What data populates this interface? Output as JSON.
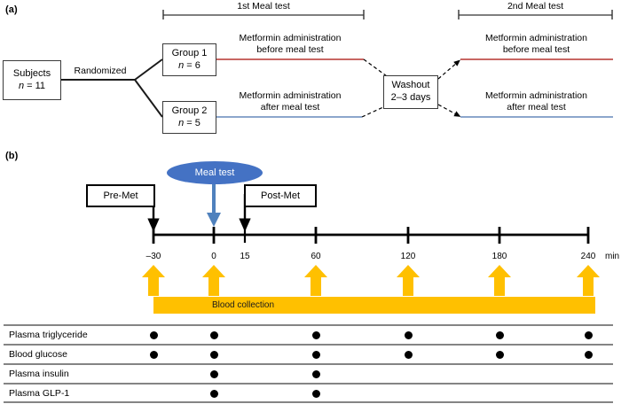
{
  "figure": {
    "panels": [
      {
        "id": "a",
        "label": "(a)"
      },
      {
        "id": "b",
        "label": "(b)"
      }
    ]
  },
  "colors": {
    "red_line": "#C0504D",
    "blue_line": "#7C9AC4",
    "meal_blue": "#4472C4",
    "arrow_blue": "#4F81BD",
    "yellow": "#FFC000",
    "black": "#000000",
    "box_border": "#3A3A3A"
  },
  "panel_a": {
    "label": "(a)",
    "brackets": [
      {
        "name": "first-meal-test",
        "label": "1st Meal test"
      },
      {
        "name": "second-meal-test",
        "label": "2nd Meal test"
      }
    ],
    "subjects_box": {
      "title": "Subjects",
      "n_prefix": "n",
      "n_value": "= 11"
    },
    "randomized_label": "Randomized",
    "group1_box": {
      "title": "Group 1",
      "n_prefix": "n",
      "n_value": "= 6"
    },
    "group2_box": {
      "title": "Group 2",
      "n_prefix": "n",
      "n_value": "= 5"
    },
    "washout_box": {
      "line1": "Washout",
      "line2": "2–3 days"
    },
    "arm_labels": [
      {
        "name": "arm1-first",
        "line1": "Metformin administration",
        "line2": "before meal test"
      },
      {
        "name": "arm2-first",
        "line1": "Metformin administration",
        "line2": "after meal test"
      },
      {
        "name": "arm1-second",
        "line1": "Metformin administration",
        "line2": "before meal test"
      },
      {
        "name": "arm2-second",
        "line1": "Metformin administration",
        "line2": "after meal test"
      }
    ]
  },
  "panel_b": {
    "label": "(b)",
    "meal_test_label": "Meal test",
    "pre_met_label": "Pre-Met",
    "post_met_label": "Post-Met",
    "blood_collection_label": "Blood collection",
    "unit_label": "min",
    "timeline": {
      "tick_labels": [
        "–30",
        "0",
        "15",
        "60",
        "120",
        "180",
        "240"
      ],
      "tick_values": [
        -30,
        0,
        15,
        60,
        120,
        180,
        240
      ]
    },
    "sampling_arrow_times": [
      -30,
      0,
      60,
      120,
      180,
      240
    ],
    "table": {
      "columns": [
        -30,
        0,
        60,
        120,
        180,
        240
      ],
      "rows": [
        {
          "label": "Plasma triglyceride",
          "dots": [
            -30,
            0,
            60,
            120,
            180,
            240
          ]
        },
        {
          "label": "Blood glucose",
          "dots": [
            -30,
            0,
            60,
            120,
            180,
            240
          ]
        },
        {
          "label": "Plasma insulin",
          "dots": [
            0,
            60
          ]
        },
        {
          "label": "Plasma GLP-1",
          "dots": [
            0,
            60
          ]
        }
      ]
    }
  }
}
